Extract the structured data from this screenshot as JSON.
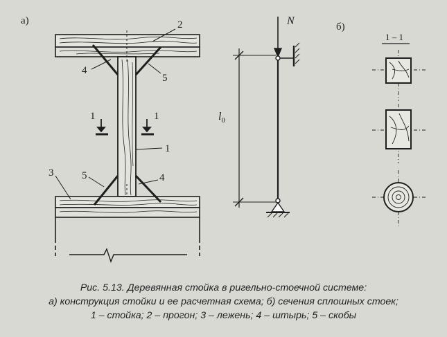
{
  "figure": {
    "panel_a": "а)",
    "panel_b": "б)",
    "callouts": {
      "n1": "1",
      "n2": "2",
      "n3": "3",
      "n4a": "4",
      "n4b": "4",
      "n5a": "5",
      "n5b": "5"
    },
    "section_marks": {
      "left": "1",
      "right": "1"
    },
    "scheme": {
      "force": "N",
      "length": "l",
      "length_sub": "0"
    },
    "section_title": "1 – 1"
  },
  "caption": {
    "line1": "Рис. 5.13. Деревянная стойка в ригельно-стоечной системе:",
    "line2": "а) конструкция стойки и ее расчетная схема; б) сечения сплошных стоек;",
    "line3": "1 – стойка; 2 – прогон; 3 – лежень; 4 – штырь; 5 – скобы"
  }
}
